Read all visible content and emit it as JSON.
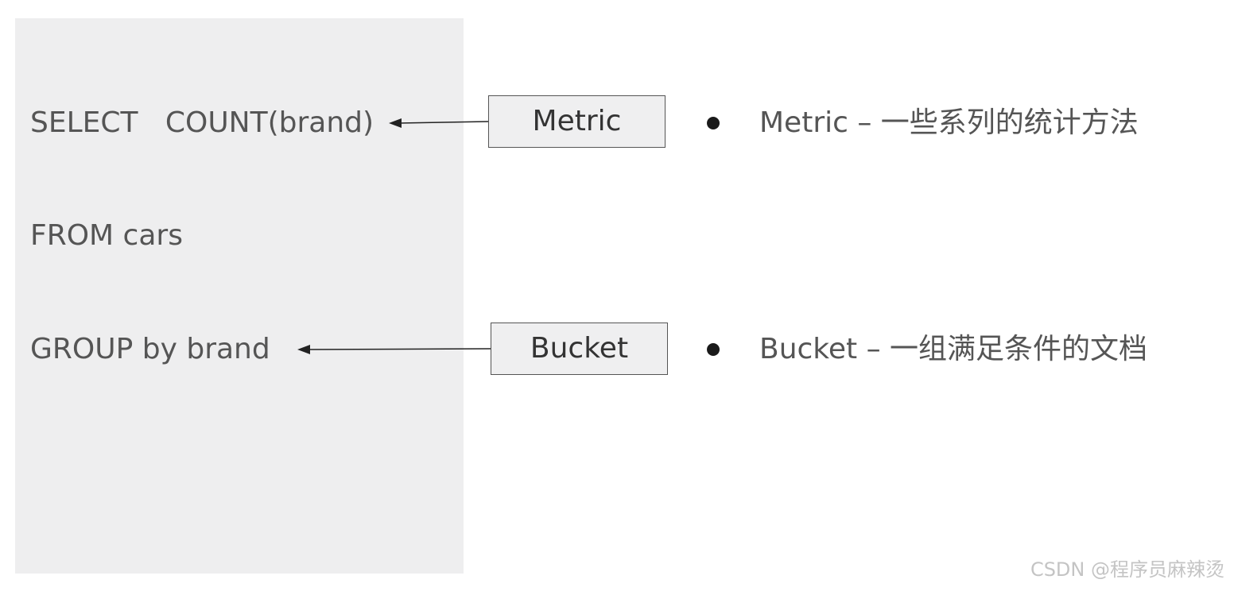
{
  "sql": {
    "select_line": "SELECT   COUNT(brand)",
    "from_line": "FROM cars",
    "group_line": "GROUP by brand"
  },
  "boxes": {
    "metric": "Metric",
    "bucket": "Bucket"
  },
  "descriptions": {
    "metric": "Metric – 一些系列的统计方法",
    "bucket": "Bucket – 一组满足条件的文档"
  },
  "watermark": "CSDN @程序员麻辣烫",
  "colors": {
    "panel_bg": "#eeeeef",
    "box_bg": "#efeff0",
    "text": "#555555"
  }
}
